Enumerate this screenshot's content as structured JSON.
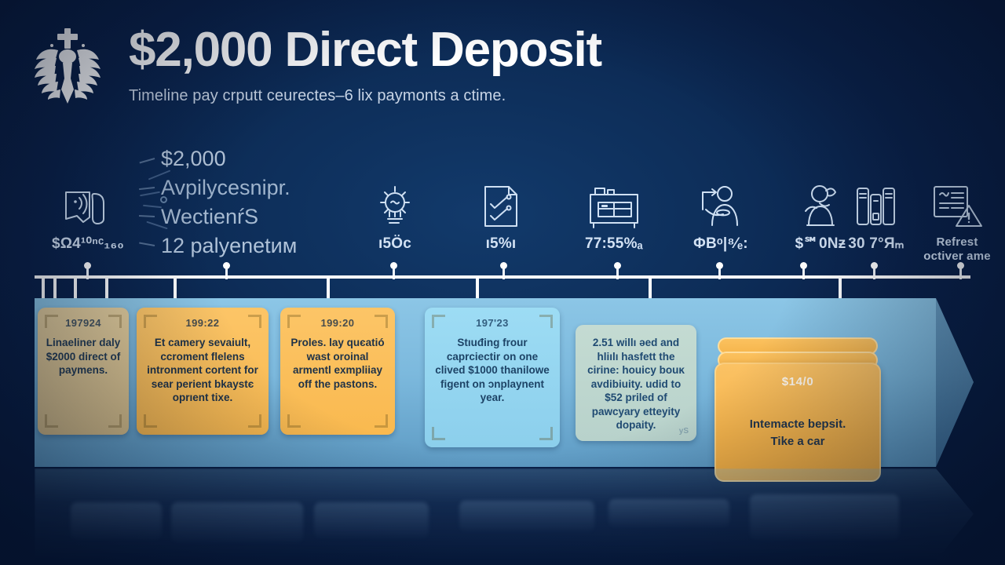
{
  "header": {
    "logo_icon": "heraldic-eagle-emblem",
    "title": "$2,000 Direct Deposit",
    "subtitle": "Timeline pay crputt ceurectes–6 lix paymonts a ctime."
  },
  "callouts": {
    "items": [
      {
        "text": "$2,000"
      },
      {
        "text": "Avpilycesnipr."
      },
      {
        "text": "WectienŕS"
      },
      {
        "text": "12 palyenetим"
      }
    ]
  },
  "icon_row": {
    "nodes": [
      {
        "icon": "contactless-payment-icon",
        "caption": "$Ω4¹⁰ⁿᶜ₁₆₀",
        "caption_lines": [
          "$Ω4 100"
        ]
      },
      {
        "icon": "lightbulb-idea-icon",
        "caption": "ı5Öc"
      },
      {
        "icon": "document-checklist-icon",
        "caption": "ı5%ı"
      },
      {
        "icon": "bank-building-icon",
        "caption": "77:55%ₐ"
      },
      {
        "icon": "person-deposit-icon",
        "caption": "ΦΒᵒ|⁸⁄ₑ:"
      },
      {
        "icon": "person-celebrating-icon",
        "caption": "$℠0Νƶ"
      },
      {
        "icon": "pillars-savings-icon",
        "caption": "30 7°Яₘ"
      },
      {
        "icon": "document-alert-icon",
        "caption": "Refrest octiver ame",
        "caption_lines": [
          "Refrest",
          "octiver ame"
        ]
      }
    ]
  },
  "timeline": {
    "cards": [
      {
        "date": "197924",
        "body": "Linaeliner daly $2000 direct of paymens.",
        "style": "tan"
      },
      {
        "date": "199:22",
        "body": "Et camerу sevaiult, ccroment flelens intronment cortent for sear perient bkaystє oprıent tixe.",
        "style": "amber"
      },
      {
        "date": "199:20",
        "body": "Proles. lay quєatió wast oroinal armentl exmpliiay off the pastons.",
        "style": "amber"
      },
      {
        "date": "197'23",
        "body": "Stıuđing frour caprciectir on one clived $1000 thanilowe figent on ɔnplaynent year.",
        "style": "sky"
      },
      {
        "date": "",
        "body": "2.51 willı ǝed and hliılı hasfett the cirine: houicy bouĸ avdibiuity. udid to $52 priled of pawcyary etteyity dopaity.",
        "style": "mist",
        "watermark": "уS"
      }
    ],
    "wallet": {
      "amount": "$14/0",
      "caption_lines": [
        "Intemacte bepsit.",
        "Tike a car"
      ]
    }
  },
  "colors": {
    "background_deep": "#07193a",
    "background_mid": "#123a6b",
    "band_light": "#8cc6e6",
    "band_dark": "#5e9bc4",
    "accent_amber": "#f9b94f",
    "accent_tan": "#d9c08a",
    "accent_sky": "#8ccfec",
    "accent_mist": "#b8d2cb",
    "axis_white": "#ffffff",
    "title_white": "#ffffff",
    "subtitle_grey": "#c8d5e6"
  }
}
